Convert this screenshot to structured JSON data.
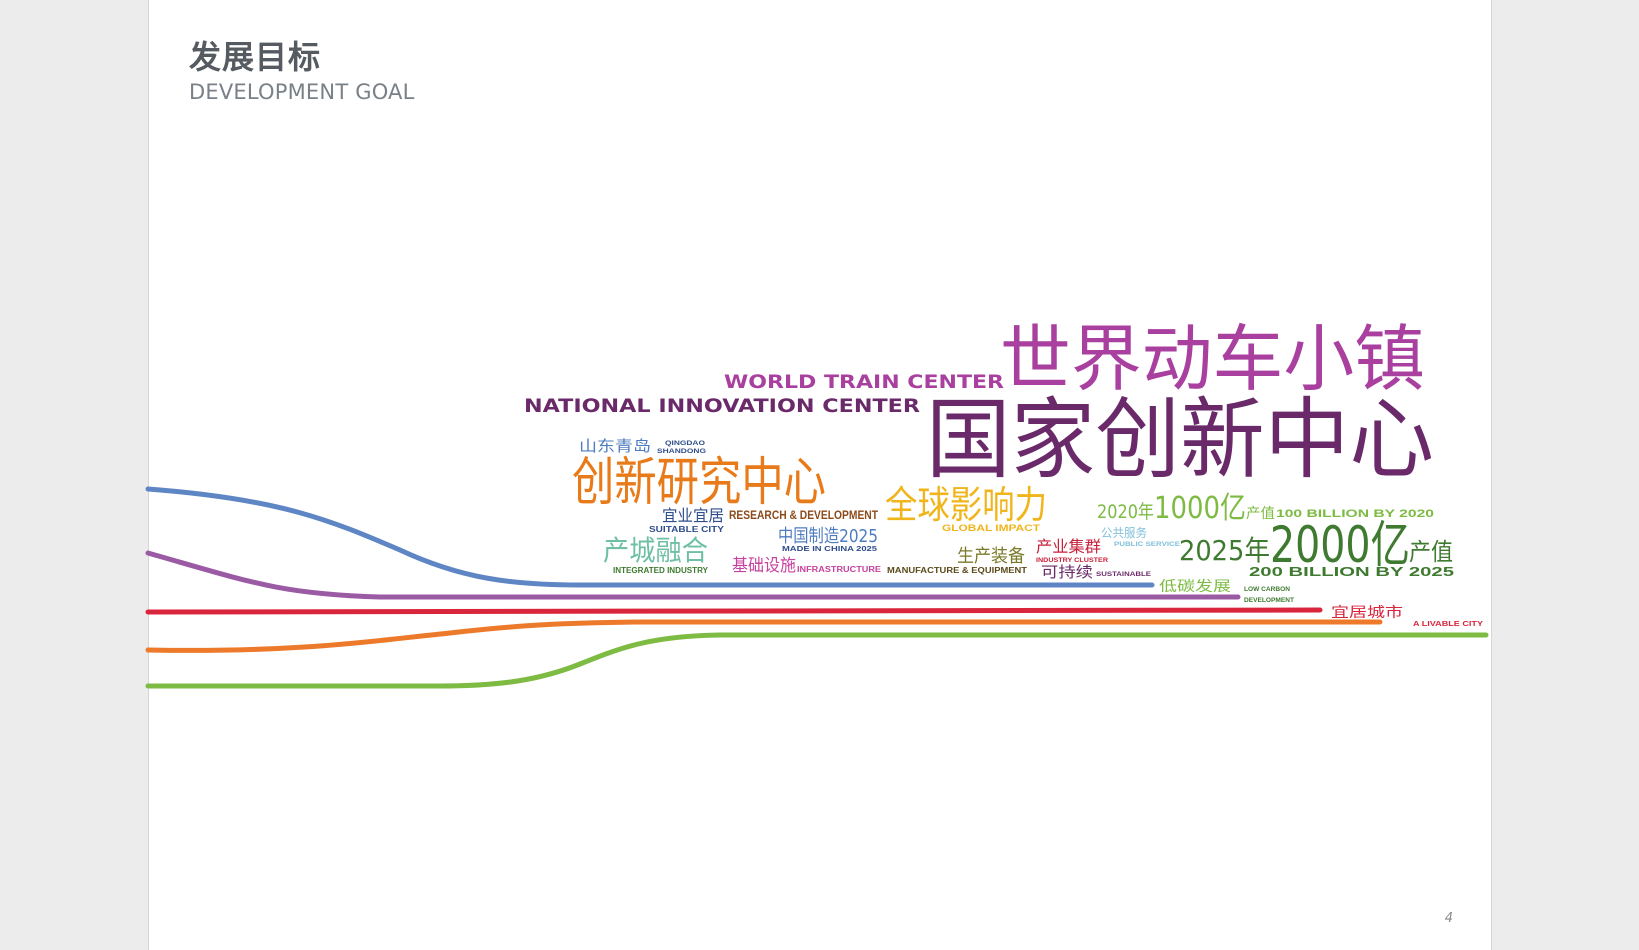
{
  "header": {
    "title_cn": "发展目标",
    "title_en": "DEVELOPMENT GOAL"
  },
  "page_number": "4",
  "colors": {
    "blue_line": "#5f86c4",
    "purple_line": "#9b5aa4",
    "red_line": "#d9263d",
    "orange_line": "#ec7a2a",
    "green_line": "#7dbb43",
    "magenta": "#a93f9e",
    "dark_purple": "#6a2a6a",
    "orange": "#e87a1a",
    "gold": "#f0b51b",
    "dark_green": "#3e7a2f",
    "light_green": "#7dbb43",
    "teal": "#6fbfa4",
    "navy": "#2f4d8c",
    "brown": "#8c4a1a",
    "crimson": "#c8203a"
  },
  "word_cloud": {
    "world_train_center_cn": "世界动车小镇",
    "world_train_center_en": "WORLD TRAIN CENTER",
    "national_innovation_center_cn": "国家创新中心",
    "national_innovation_center_en": "NATIONAL INNOVATION CENTER",
    "shandong_qingdao_cn": "山东青岛",
    "qingdao_en": "QINGDAO",
    "shandong_en": "SHANDONG",
    "research_center_cn": "创新研究中心",
    "research_development_en": "RESEARCH & DEVELOPMENT",
    "suitable_city_cn": "宜业宜居",
    "suitable_city_en": "SUITABLE CITY",
    "integrated_industry_cn": "产城融合",
    "integrated_industry_en": "INTEGRATED INDUSTRY",
    "made_in_china_cn": "中国制造2025",
    "made_in_china_en": "MADE IN CHINA 2025",
    "infrastructure_cn": "基础设施",
    "infrastructure_en": "INFRASTRUCTURE",
    "global_impact_cn": "全球影响力",
    "global_impact_en": "GLOBAL IMPACT",
    "manufacture_cn": "生产装备",
    "manufacture_en": "MANUFACTURE & EQUIPMENT",
    "industry_cluster_cn": "产业集群",
    "industry_cluster_en": "INDUSTRY CLUSTER",
    "sustainable_cn": "可持续",
    "sustainable_en": "SUSTAINABLE",
    "public_service_cn": "公共服务",
    "public_service_en": "PUBLIC SERVICE",
    "year_2020": "2020年",
    "amount_1000": "1000亿",
    "output_value_1": "产值",
    "by_2020_en": "100 BILLION BY 2020",
    "year_2025": "2025年",
    "amount_2000": "2000亿",
    "output_value_2": "产值",
    "by_2025_en": "200 BILLION BY 2025",
    "low_carbon_cn": "低碳发展",
    "low_carbon_en_1": "LOW CARBON",
    "low_carbon_en_2": "DEVELOPMENT",
    "livable_city_cn": "宜居城市",
    "livable_city_en": "A LIVABLE CITY"
  }
}
